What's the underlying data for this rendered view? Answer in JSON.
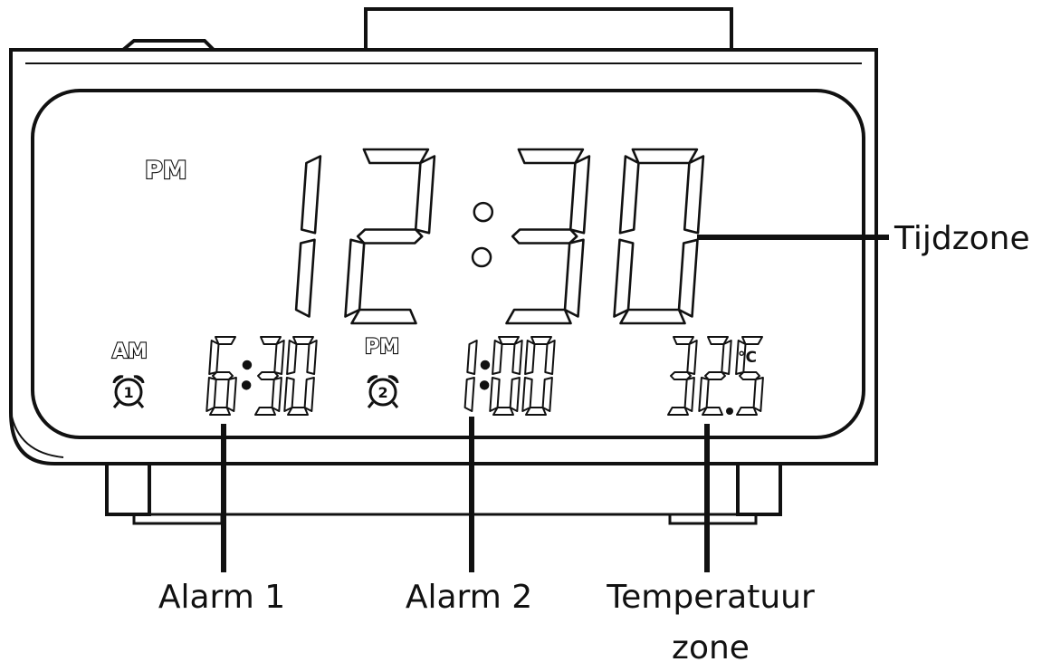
{
  "display": {
    "main_time": "12:30",
    "main_period": "PM",
    "alarm1": {
      "period": "AM",
      "icon": "alarm-clock-icon-1",
      "number": "1",
      "time": "6:30"
    },
    "alarm2": {
      "period": "PM",
      "icon": "alarm-clock-icon-2",
      "number": "2",
      "time": "1:00"
    },
    "temperature": {
      "value": "32.5",
      "unit": "°C"
    }
  },
  "callouts": {
    "time_zone": "Tijdzone",
    "alarm1": "Alarm 1",
    "alarm2": "Alarm 2",
    "temperature_line1": "Temperatuur",
    "temperature_line2": "zone"
  }
}
